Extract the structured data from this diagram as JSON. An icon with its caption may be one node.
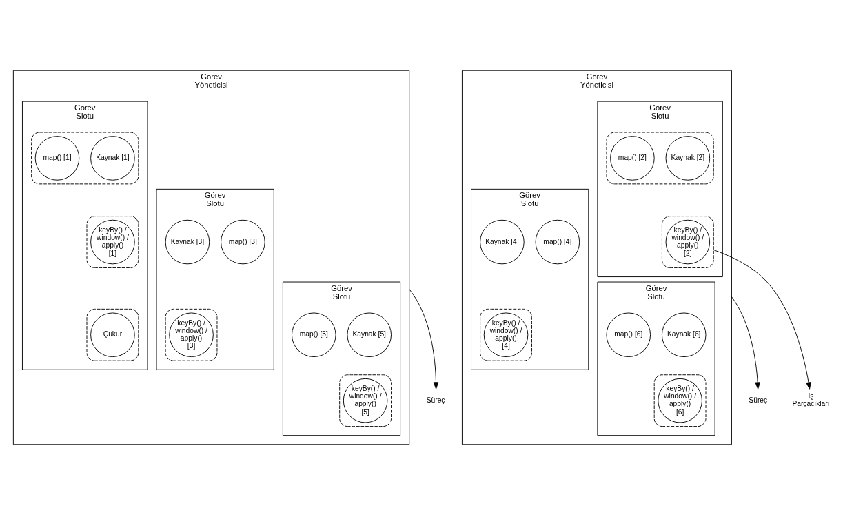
{
  "diagram": {
    "nodes": [
      {
        "text": [
          "Görev Yöneticisi"
        ]
      },
      {
        "text": [
          "Görev Slotu"
        ],
        "in": 0
      },
      {
        "text": [],
        "shape": "box",
        "in": 1
      },
      {
        "text": [
          "Kaynak [1]"
        ],
        "in": 2
      },
      {
        "text": [
          "map() [1]"
        ],
        "in": 2
      },
      {
        "text": [],
        "shape": "box",
        "in": 1
      },
      {
        "text": [
          "keyBy() / window() / apply() [1]"
        ],
        "in": 5
      },
      {
        "text": [],
        "shape": "box",
        "in": 1
      },
      {
        "text": [
          "Çukur"
        ],
        "in": 7
      },
      {
        "text": [
          "Görev Slotu"
        ],
        "in": 0
      },
      {
        "text": [
          "Kaynak [3]"
        ],
        "in": 9
      },
      {
        "text": [
          "map() [3]"
        ],
        "in": 9
      },
      {
        "text": [],
        "shape": "box",
        "in": 9
      },
      {
        "text": [
          "keyBy() / window() / apply() [3]"
        ],
        "in": 12
      },
      {
        "text": [
          "Görev Slotu"
        ],
        "in": 0
      },
      {
        "text": [
          "Kaynak [5]"
        ],
        "in": 14
      },
      {
        "text": [
          "map() [5]"
        ],
        "in": 14
      },
      {
        "text": [],
        "shape": "box",
        "in": 14
      },
      {
        "text": [
          "keyBy() / window() / apply() [5]"
        ],
        "in": 17
      },
      {
        "text": [
          "Görev Yöneticisi"
        ]
      },
      {
        "text": [
          "Görev Slotu"
        ],
        "in": 19
      },
      {
        "text": [],
        "shape": "box",
        "in": 20
      },
      {
        "text": [
          "Kaynak [2]"
        ],
        "in": 21
      },
      {
        "text": [
          "map() [2]"
        ],
        "in": 21
      },
      {
        "text": [],
        "shape": "box",
        "in": 20
      },
      {
        "text": [
          "keyBy() / window() / apply() [2]"
        ],
        "in": 24
      },
      {
        "text": [
          "Görev Slotu"
        ],
        "in": 19
      },
      {
        "text": [
          "Kaynak [4]"
        ],
        "in": 26
      },
      {
        "text": [
          "map() [4]"
        ],
        "in": 26
      },
      {
        "text": [],
        "shape": "box",
        "in": 26
      },
      {
        "text": [
          "keyBy() / window() / apply() [4]"
        ],
        "in": 29
      },
      {
        "text": [
          "Görev Slotu"
        ],
        "in": 19
      },
      {
        "text": [
          "Kaynak [6]"
        ],
        "in": 31
      },
      {
        "text": [
          "map() [6]"
        ],
        "in": 31
      },
      {
        "text": [],
        "shape": "box",
        "in": 31
      },
      {
        "text": [
          "keyBy() / window() / apply() [6]"
        ],
        "in": 34
      },
      {
        "text": [
          "Süreç"
        ]
      },
      {
        "text": [
          "İş Parçacıkları"
        ]
      },
      {
        "text": [
          "Süreç"
        ]
      }
    ],
    "edges": [
      {
        "from": 0,
        "to": 36,
        "arrow": "to"
      },
      {
        "from": 24,
        "to": 37,
        "arrow": "to"
      },
      {
        "from": 19,
        "to": 38,
        "arrow": "to"
      }
    ]
  }
}
